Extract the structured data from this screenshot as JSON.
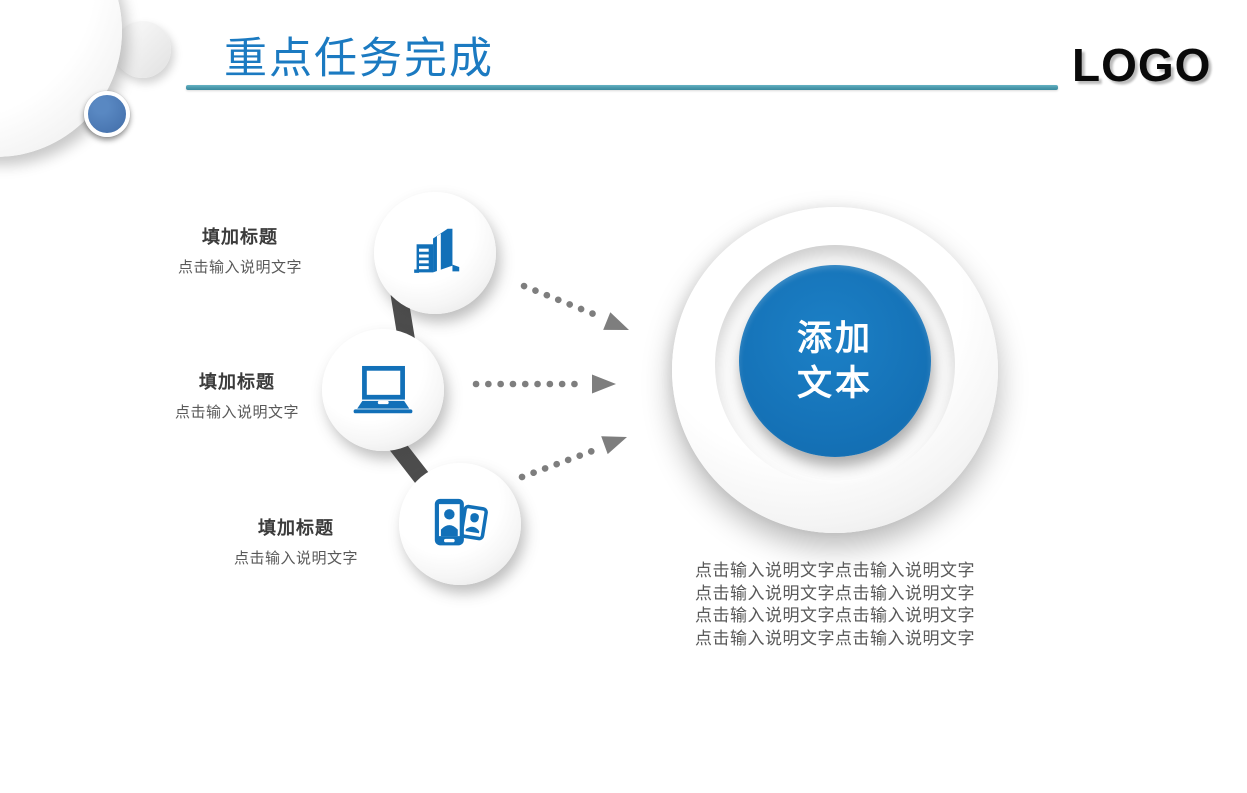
{
  "slide": {
    "title": "重点任务完成",
    "logo_text": "LOGO"
  },
  "items": [
    {
      "icon": "building-icon",
      "title": "填加标题",
      "desc": "点击输入说明文字"
    },
    {
      "icon": "laptop-icon",
      "title": "填加标题",
      "desc": "点击输入说明文字"
    },
    {
      "icon": "contacts-icon",
      "title": "填加标题",
      "desc": "点击输入说明文字"
    }
  ],
  "center_circle": {
    "line1": "添加",
    "line2": "文本"
  },
  "description": {
    "lines": [
      "点击输入说明文字点击输入说明文字",
      "点击输入说明文字点击输入说明文字",
      "点击输入说明文字点击输入说明文字",
      "点击输入说明文字点击输入说明文字"
    ]
  },
  "colors": {
    "icon_blue": "#1270b8",
    "center_blue": "#1572b7",
    "title_blue": "#1b7ac1",
    "divider_teal": "#4a98ab",
    "text_gray": "#595959",
    "arrow_gray": "#7e7e7e",
    "connector_gray": "#4d4d4d",
    "deco_blue": "#4a77b2"
  }
}
